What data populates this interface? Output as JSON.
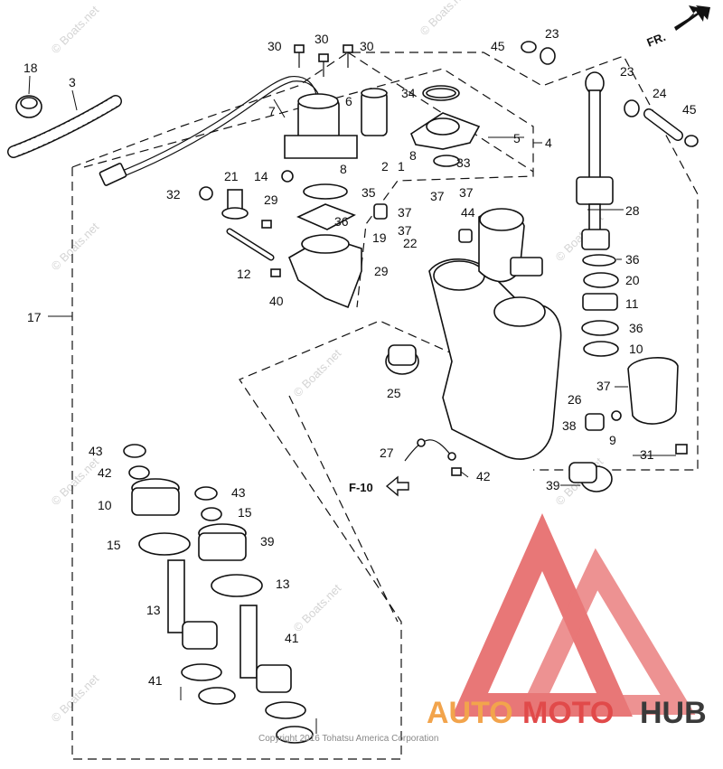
{
  "diagram": {
    "direction_label": "FR.",
    "reference_label": "F-10",
    "copyright": "Copyright 2016 Tohatsu America Corporation",
    "watermark": "© Boats.net",
    "brand": {
      "part1": "AUTO",
      "part2": "MOTO",
      "part3": "HUB",
      "color_main": "#f2a44c",
      "color_accent": "#e14a4a",
      "color_dark": "#3a3a3a"
    },
    "callouts": [
      {
        "id": "c18",
        "text": "18"
      },
      {
        "id": "c3",
        "text": "3"
      },
      {
        "id": "c7",
        "text": "7"
      },
      {
        "id": "c30a",
        "text": "30"
      },
      {
        "id": "c30b",
        "text": "30"
      },
      {
        "id": "c30c",
        "text": "30"
      },
      {
        "id": "c6",
        "text": "6"
      },
      {
        "id": "c34",
        "text": "34"
      },
      {
        "id": "c45a",
        "text": "45"
      },
      {
        "id": "c23a",
        "text": "23"
      },
      {
        "id": "c5",
        "text": "5"
      },
      {
        "id": "c4",
        "text": "4"
      },
      {
        "id": "c8a",
        "text": "8"
      },
      {
        "id": "c2",
        "text": "2"
      },
      {
        "id": "c1",
        "text": "1"
      },
      {
        "id": "c8b",
        "text": "8"
      },
      {
        "id": "c33",
        "text": "33"
      },
      {
        "id": "c23b",
        "text": "23"
      },
      {
        "id": "c24",
        "text": "24"
      },
      {
        "id": "c45b",
        "text": "45"
      },
      {
        "id": "c21",
        "text": "21"
      },
      {
        "id": "c14",
        "text": "14"
      },
      {
        "id": "c32",
        "text": "32"
      },
      {
        "id": "c35",
        "text": "35"
      },
      {
        "id": "c29a",
        "text": "29"
      },
      {
        "id": "c36a",
        "text": "36"
      },
      {
        "id": "c37a",
        "text": "37"
      },
      {
        "id": "c37b",
        "text": "37"
      },
      {
        "id": "c37c",
        "text": "37"
      },
      {
        "id": "c37d",
        "text": "37"
      },
      {
        "id": "c22",
        "text": "22"
      },
      {
        "id": "c44",
        "text": "44"
      },
      {
        "id": "c19",
        "text": "19"
      },
      {
        "id": "c28",
        "text": "28"
      },
      {
        "id": "c12",
        "text": "12"
      },
      {
        "id": "c29b",
        "text": "29"
      },
      {
        "id": "c40",
        "text": "40"
      },
      {
        "id": "c36b",
        "text": "36"
      },
      {
        "id": "c20",
        "text": "20"
      },
      {
        "id": "c11",
        "text": "11"
      },
      {
        "id": "c17",
        "text": "17"
      },
      {
        "id": "c36c",
        "text": "36"
      },
      {
        "id": "c10a",
        "text": "10"
      },
      {
        "id": "c25",
        "text": "25"
      },
      {
        "id": "c37e",
        "text": "37"
      },
      {
        "id": "c26",
        "text": "26"
      },
      {
        "id": "c38",
        "text": "38"
      },
      {
        "id": "c9",
        "text": "9"
      },
      {
        "id": "c27",
        "text": "27"
      },
      {
        "id": "c31",
        "text": "31"
      },
      {
        "id": "c42a",
        "text": "42"
      },
      {
        "id": "c43a",
        "text": "43"
      },
      {
        "id": "c42b",
        "text": "42"
      },
      {
        "id": "c43b",
        "text": "43"
      },
      {
        "id": "c15a",
        "text": "15"
      },
      {
        "id": "c10b",
        "text": "10"
      },
      {
        "id": "c39a",
        "text": "39"
      },
      {
        "id": "c15b",
        "text": "15"
      },
      {
        "id": "c39b",
        "text": "39"
      },
      {
        "id": "c13a",
        "text": "13"
      },
      {
        "id": "c13b",
        "text": "13"
      },
      {
        "id": "c41a",
        "text": "41"
      },
      {
        "id": "c41b",
        "text": "41"
      }
    ]
  }
}
